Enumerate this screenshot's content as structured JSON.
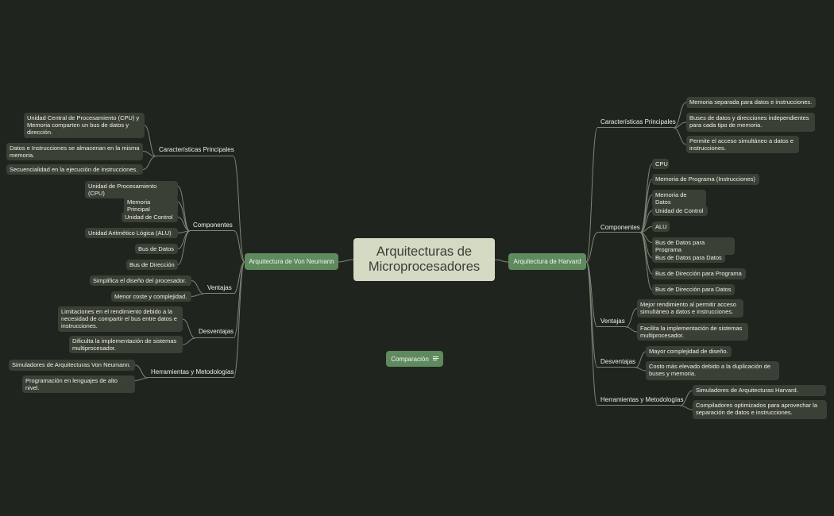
{
  "root": {
    "title": "Arquitecturas de Microprocesadores"
  },
  "floating": {
    "label": "Comparación",
    "icon": "notes-icon"
  },
  "colors": {
    "background": "#1f251e",
    "main_topic": "#5e8a5e",
    "root": "#d4d9c4",
    "leaf": "#3a4035",
    "connector": "#7f8577"
  },
  "left": {
    "title": "Arquitectura de Von Neumann",
    "branches": [
      {
        "label": "Características Principales",
        "items": [
          "Unidad Central de Procesamiento (CPU) y Memoria comparten un bus de datos y dirección.",
          "Datos e Instrucciones se almacenan en la misma memoria.",
          "Secuencialidad en la ejecución de instrucciones."
        ]
      },
      {
        "label": "Componentes",
        "items": [
          "Unidad de Procesamiento (CPU)",
          "Memoria Principal",
          "Unidad de Control",
          "Unidad Aritmético Lógica (ALU)",
          "Bus de Datos",
          "Bus de Dirección"
        ]
      },
      {
        "label": "Ventajas",
        "items": [
          "Simplifica el diseño del procesador.",
          "Menor coste y complejidad."
        ]
      },
      {
        "label": "Desventajas",
        "items": [
          "Limitaciones en el rendimiento debido a la necesidad de compartir el bus entre datos e instrucciones.",
          "Dificulta la implementación de sistemas multiprocesador."
        ]
      },
      {
        "label": "Herramientas y Metodologías",
        "items": [
          "Simuladores de Arquitecturas Von Neumann.",
          "Programación en lenguajes de alto nivel."
        ]
      }
    ]
  },
  "right": {
    "title": "Arquitectura de Harvard",
    "branches": [
      {
        "label": "Características Principales",
        "items": [
          "Memoria separada para datos e instrucciones.",
          "Buses de datos y direcciones independientes para cada tipo de memoria.",
          "Permite el acceso simultáneo a datos e instrucciones."
        ]
      },
      {
        "label": "Componentes",
        "items": [
          "CPU",
          "Memoria de Programa (Instrucciones)",
          "Memoria de Datos",
          "Unidad de Control",
          "ALU",
          "Bus de Datos para Programa",
          "Bus de Datos para Datos",
          "Bus de Dirección para Programa",
          "Bus de Dirección para Datos"
        ]
      },
      {
        "label": "Ventajas",
        "items": [
          "Mejor rendimiento al permitir acceso simultáneo a datos e instrucciones.",
          "Facilita la implementación de sistemas multiprocesador."
        ]
      },
      {
        "label": "Desventajas",
        "items": [
          "Mayor complejidad de diseño.",
          "Costo más elevado debido a la duplicación de buses y memoria."
        ]
      },
      {
        "label": "Herramientas y Metodologías",
        "items": [
          "Simuladores de Arquitecturas Harvard.",
          "Compiladores optimizados para aprovechar la separación de datos e instrucciones."
        ]
      }
    ]
  }
}
